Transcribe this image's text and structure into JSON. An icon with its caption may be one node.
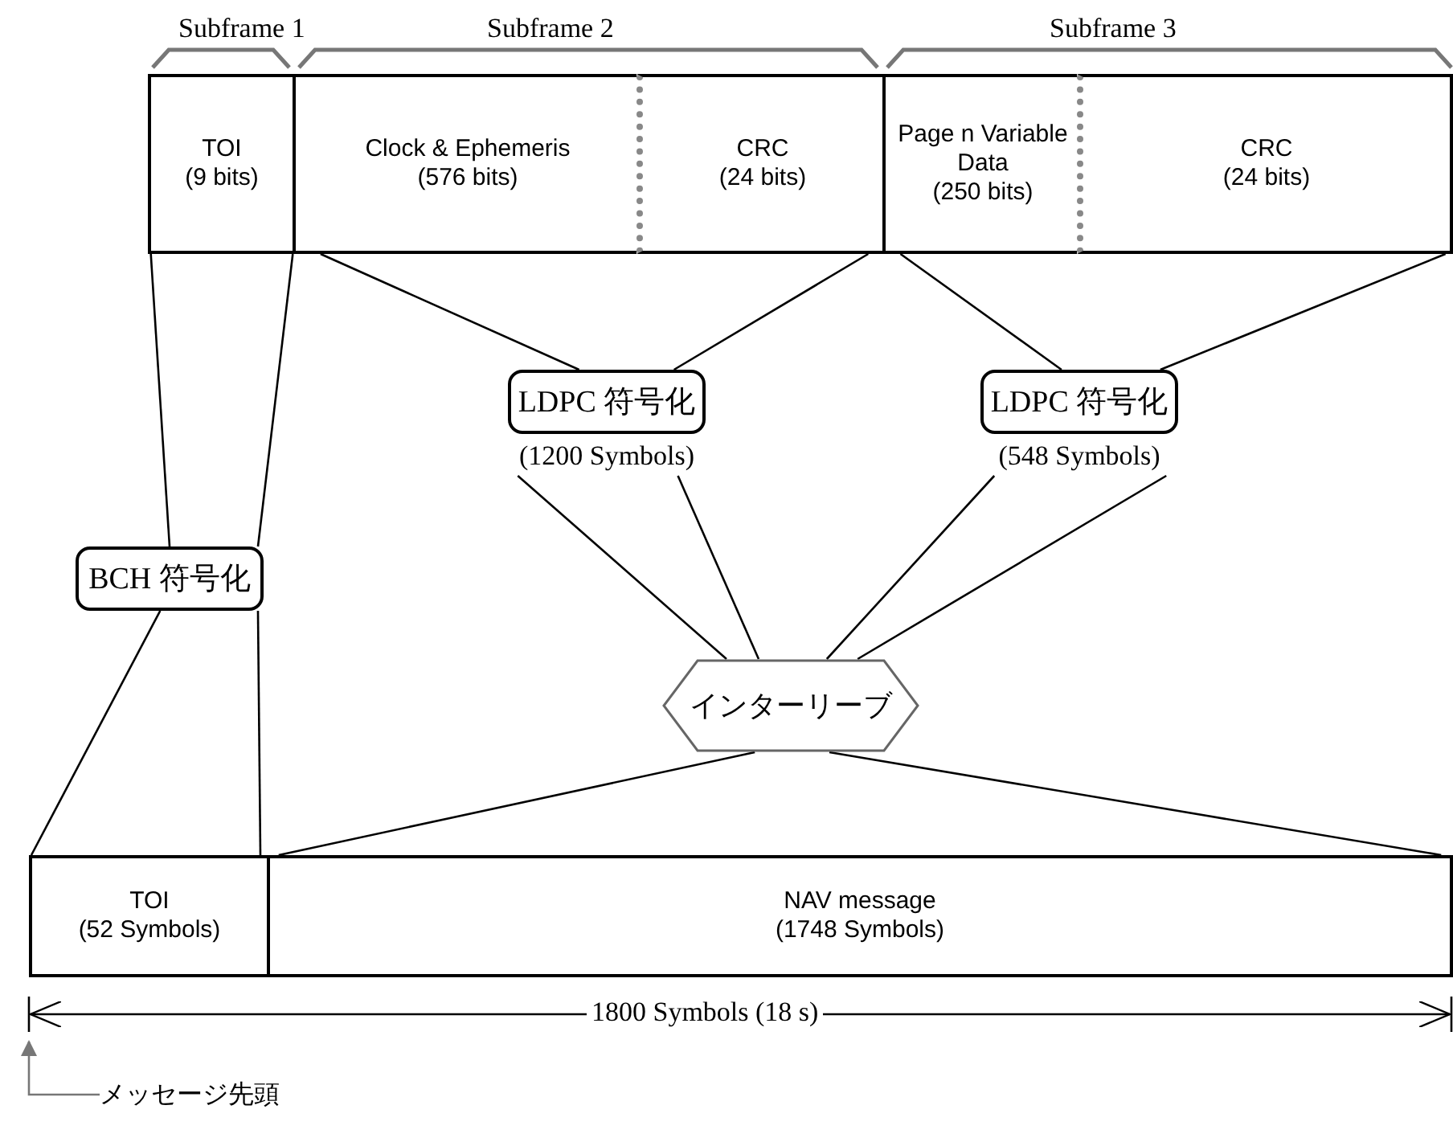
{
  "diagram": {
    "nodes": [
      {
        "text": [
          "TOI",
          "(9 bits)"
        ]
      },
      {
        "text": [
          "Clock & Ephemeris",
          "(576 bits)"
        ]
      },
      {
        "text": [
          "CRC",
          "(24 bits)"
        ]
      },
      {
        "text": [
          "Page n Variable Data",
          "(250 bits)"
        ]
      },
      {
        "text": [
          "CRC",
          "(24 bits)"
        ]
      },
      {
        "text": [
          "LDPC 符号化"
        ],
        "beside": [
          "(1200 Symbols)"
        ]
      },
      {
        "text": [
          "LDPC 符号化"
        ],
        "beside": [
          "(548 Symbols)"
        ]
      },
      {
        "text": [
          "BCH 符号化"
        ]
      },
      {
        "text": [
          "インターリーブ"
        ]
      },
      {
        "text": [
          "TOI",
          "(52 Symbols)"
        ]
      },
      {
        "text": [
          "NAV message",
          "(1748 Symbols)"
        ]
      },
      {
        "text": [
          "メッセージ先頭"
        ]
      }
    ],
    "edges": [
      {
        "from": 0,
        "to": 7,
        "arrow": "none"
      },
      {
        "from": 0,
        "to": 7,
        "arrow": "none"
      },
      {
        "from": 1,
        "to": 5,
        "arrow": "none"
      },
      {
        "from": 2,
        "to": 5,
        "arrow": "none"
      },
      {
        "from": 3,
        "to": 6,
        "arrow": "none"
      },
      {
        "from": 4,
        "to": 6,
        "arrow": "none"
      },
      {
        "from": 5,
        "to": 8,
        "arrow": "none"
      },
      {
        "from": 5,
        "to": 8,
        "arrow": "none"
      },
      {
        "from": 6,
        "to": 8,
        "arrow": "none"
      },
      {
        "from": 6,
        "to": 8,
        "arrow": "none"
      },
      {
        "from": 7,
        "to": 9,
        "arrow": "none"
      },
      {
        "from": 7,
        "to": 9,
        "arrow": "none"
      },
      {
        "from": 8,
        "to": 10,
        "arrow": "none"
      },
      {
        "from": 8,
        "to": 10,
        "arrow": "none"
      },
      {
        "from": 11,
        "to": null,
        "arrow": "to",
        "color": "#777777"
      }
    ],
    "labels": [
      "Subframe 1",
      "Subframe 2",
      "Subframe 3",
      "1800 Symbols (18 s)"
    ]
  }
}
